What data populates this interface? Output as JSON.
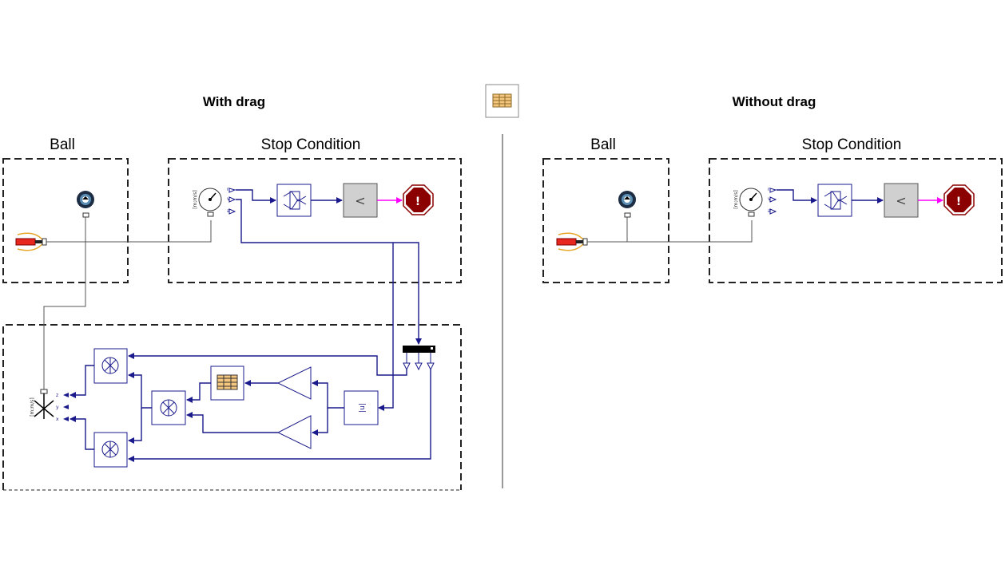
{
  "titles": {
    "with_drag": "With drag",
    "without_drag": "Without drag"
  },
  "groups": {
    "ball_left": "Ball",
    "stop_left": "Stop Condition",
    "ball_right": "Ball",
    "stop_right": "Stop Condition"
  },
  "blocks": {
    "relational_operator": "<"
  },
  "sensor_text": "[m;m/s]",
  "port_labels": [
    "r",
    "v",
    "a"
  ],
  "axis_labels": [
    "z",
    "y",
    "x"
  ],
  "colors": {
    "wire": "#1a1a8c",
    "mechanical": "#555555",
    "boolean": "#ff00ff",
    "stop": "#8b0000",
    "booster": "#e8281e",
    "table_fill": "#f5c77e"
  },
  "icons": [
    "table-icon",
    "ball-body-icon",
    "booster-icon",
    "sensor-icon",
    "switch-icon",
    "stop-icon",
    "bus-icon",
    "product-icon",
    "gain-icon",
    "force-icon"
  ]
}
